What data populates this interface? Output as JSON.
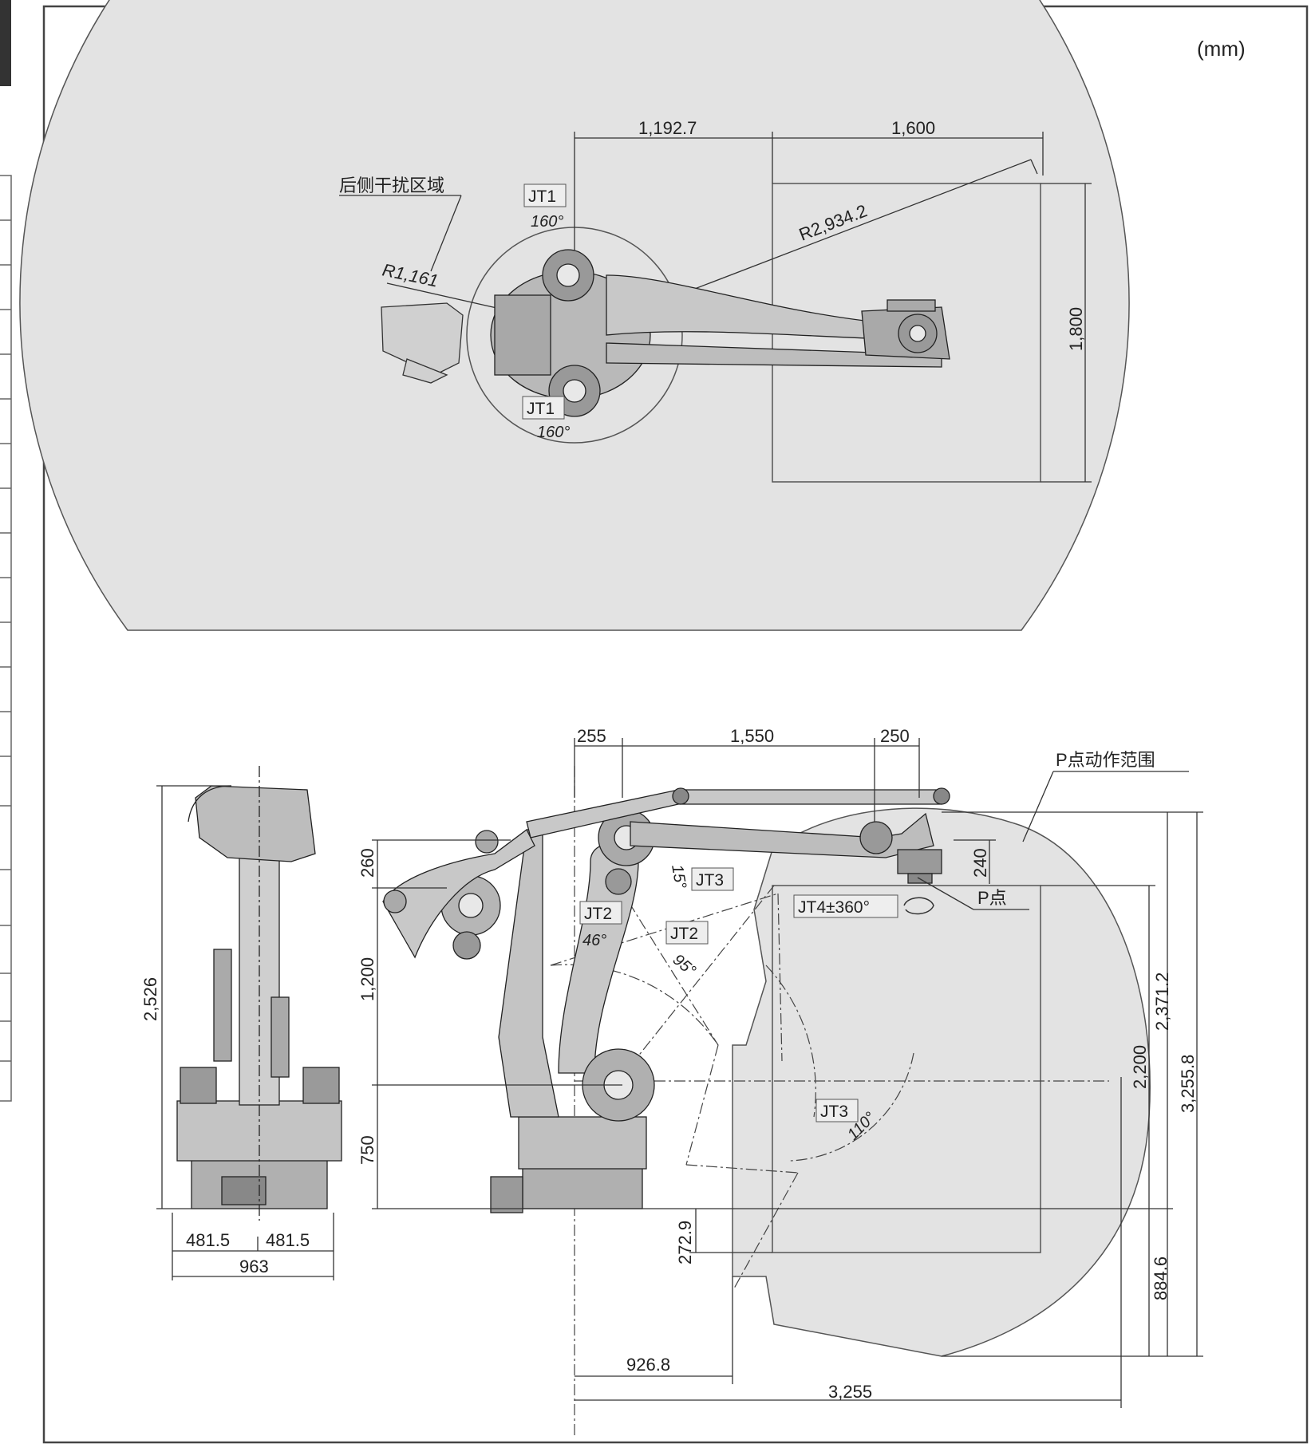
{
  "unit": "(mm)",
  "top_view": {
    "dims": {
      "d_1192_7": "1,192.7",
      "d_1600": "1,600",
      "d_1800": "1,800",
      "r_2934_2": "R2,934.2",
      "r_1161": "R1,161"
    },
    "rear_zone_label": "后侧干扰区域",
    "jt1_label": "JT1",
    "jt1_angle": "160°"
  },
  "front_view": {
    "dims": {
      "d_2526": "2,526",
      "d_481_5": "481.5",
      "d_963": "963"
    }
  },
  "side_view": {
    "dims": {
      "d_255": "255",
      "d_1550": "1,550",
      "d_250": "250",
      "d_260": "260",
      "d_1200": "1,200",
      "d_750": "750",
      "d_240": "240",
      "d_2371_2": "2,371.2",
      "d_2200": "2,200",
      "d_3255_8": "3,255.8",
      "d_272_9": "272.9",
      "d_884_6": "884.6",
      "d_926_8": "926.8",
      "d_3255": "3,255"
    },
    "p_range_label": "P点动作范围",
    "p_point_label": "P点",
    "jt2_label": "JT2",
    "jt3_label": "JT3",
    "jt4_label": "JT4±360°",
    "jt2_angle_a": "46°",
    "jt2_angle_b": "95°",
    "jt3_angle_a": "15°",
    "jt3_angle_b": "110°"
  },
  "colors": {
    "zone": "#e3e3e3",
    "line": "#333333",
    "robot_fill": "#b5b5b5"
  }
}
